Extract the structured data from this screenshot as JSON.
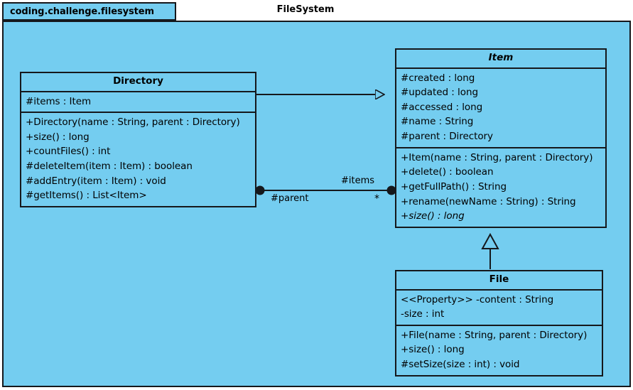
{
  "package": {
    "tab_label": "coding.challenge.filesystem",
    "diagram_title": "FileSystem"
  },
  "colors": {
    "background": "#74CDF0",
    "stroke": "#15181c",
    "text": "#000000"
  },
  "classes": [
    {
      "id": "directory",
      "name": "Directory",
      "abstract": false,
      "attributes": [
        "#items : Item"
      ],
      "operations": [
        "+Directory(name : String, parent : Directory)",
        "+size() : long",
        "+countFiles() : int",
        "#deleteItem(item : Item) : boolean",
        "#addEntry(item : Item) : void",
        "#getItems() : List<Item>"
      ]
    },
    {
      "id": "item",
      "name": "Item",
      "abstract": true,
      "attributes": [
        "#created : long",
        "#updated : long",
        "#accessed : long",
        "#name : String",
        "#parent : Directory"
      ],
      "operations": [
        "+Item(name : String, parent : Directory)",
        "+delete() : boolean",
        "+getFullPath() : String",
        "+rename(newName : String) : String",
        "+size() : long"
      ],
      "abstract_operations": [
        "+size() : long"
      ]
    },
    {
      "id": "file",
      "name": "File",
      "abstract": false,
      "attributes": [
        "<<Property>> -content : String",
        "-size : int"
      ],
      "operations": [
        "+File(name : String, parent : Directory)",
        "+size() : long",
        "#setSize(size : int) : void"
      ]
    }
  ],
  "relationships": [
    {
      "id": "directory-extends-item",
      "type": "generalization",
      "from": "Directory",
      "to": "Item",
      "label": ""
    },
    {
      "id": "file-extends-item",
      "type": "generalization",
      "from": "File",
      "to": "Item",
      "label": ""
    },
    {
      "id": "directory-contains-item",
      "type": "composition",
      "from": "Directory",
      "to": "Item",
      "source_role": "#parent",
      "target_role": "#items",
      "target_multiplicity": "*"
    }
  ]
}
